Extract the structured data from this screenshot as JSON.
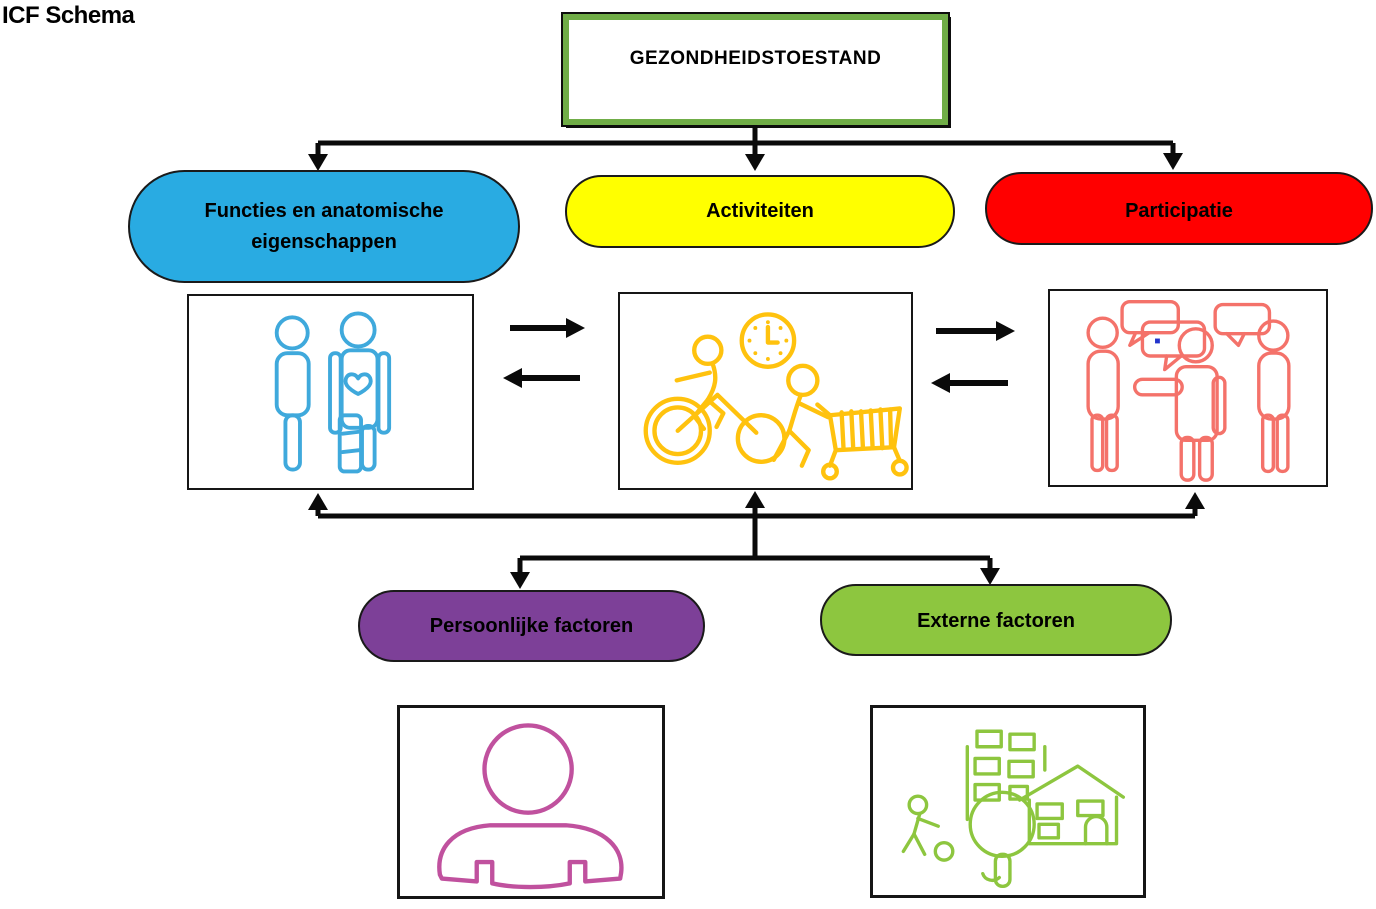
{
  "page": {
    "title": "ICF Schema"
  },
  "diagram": {
    "health_box": {
      "label": "GEZONDHEIDSTOESTAND"
    },
    "domains": [
      {
        "id": "functies",
        "label": "Functies en anatomische eigenschappen",
        "color": "#29ABE2",
        "icon": "body-functions-persons-icon"
      },
      {
        "id": "activiteiten",
        "label": "Activiteiten",
        "color": "#FFFF00",
        "icon": "cycling-clock-shopping-cart-icon"
      },
      {
        "id": "participatie",
        "label": "Participatie",
        "color": "#FF0000",
        "icon": "group-conversation-speech-bubbles-icon"
      }
    ],
    "factors": [
      {
        "id": "persoonlijke",
        "label": "Persoonlijke factoren",
        "color": "#7D4098",
        "icon": "person-silhouette-icon"
      },
      {
        "id": "externe",
        "label": "Externe factoren",
        "color": "#8DC63F",
        "icon": "buildings-house-magnifier-person-icon"
      }
    ],
    "connections": [
      "gezondheidstoestand -> functies",
      "gezondheidstoestand -> activiteiten",
      "gezondheidstoestand -> participatie",
      "functies <-> activiteiten",
      "activiteiten <-> participatie",
      "factors -> functies",
      "factors -> activiteiten",
      "factors -> participatie",
      "factors -> persoonlijke factoren",
      "factors -> externe factoren"
    ]
  },
  "colors": {
    "health_border_green": "#70AD47",
    "domain_blue": "#29ABE2",
    "domain_yellow": "#FFFF00",
    "domain_red": "#FF0000",
    "factor_purple": "#7D4098",
    "factor_green": "#8DC63F",
    "icon_blue": "#3FA9DC",
    "icon_yellow": "#FFC20E",
    "icon_red": "#F4726A",
    "icon_magenta": "#C0519E",
    "icon_green": "#8DC63F",
    "connector_black": "#0a0a0a",
    "text_black": "#000000"
  }
}
